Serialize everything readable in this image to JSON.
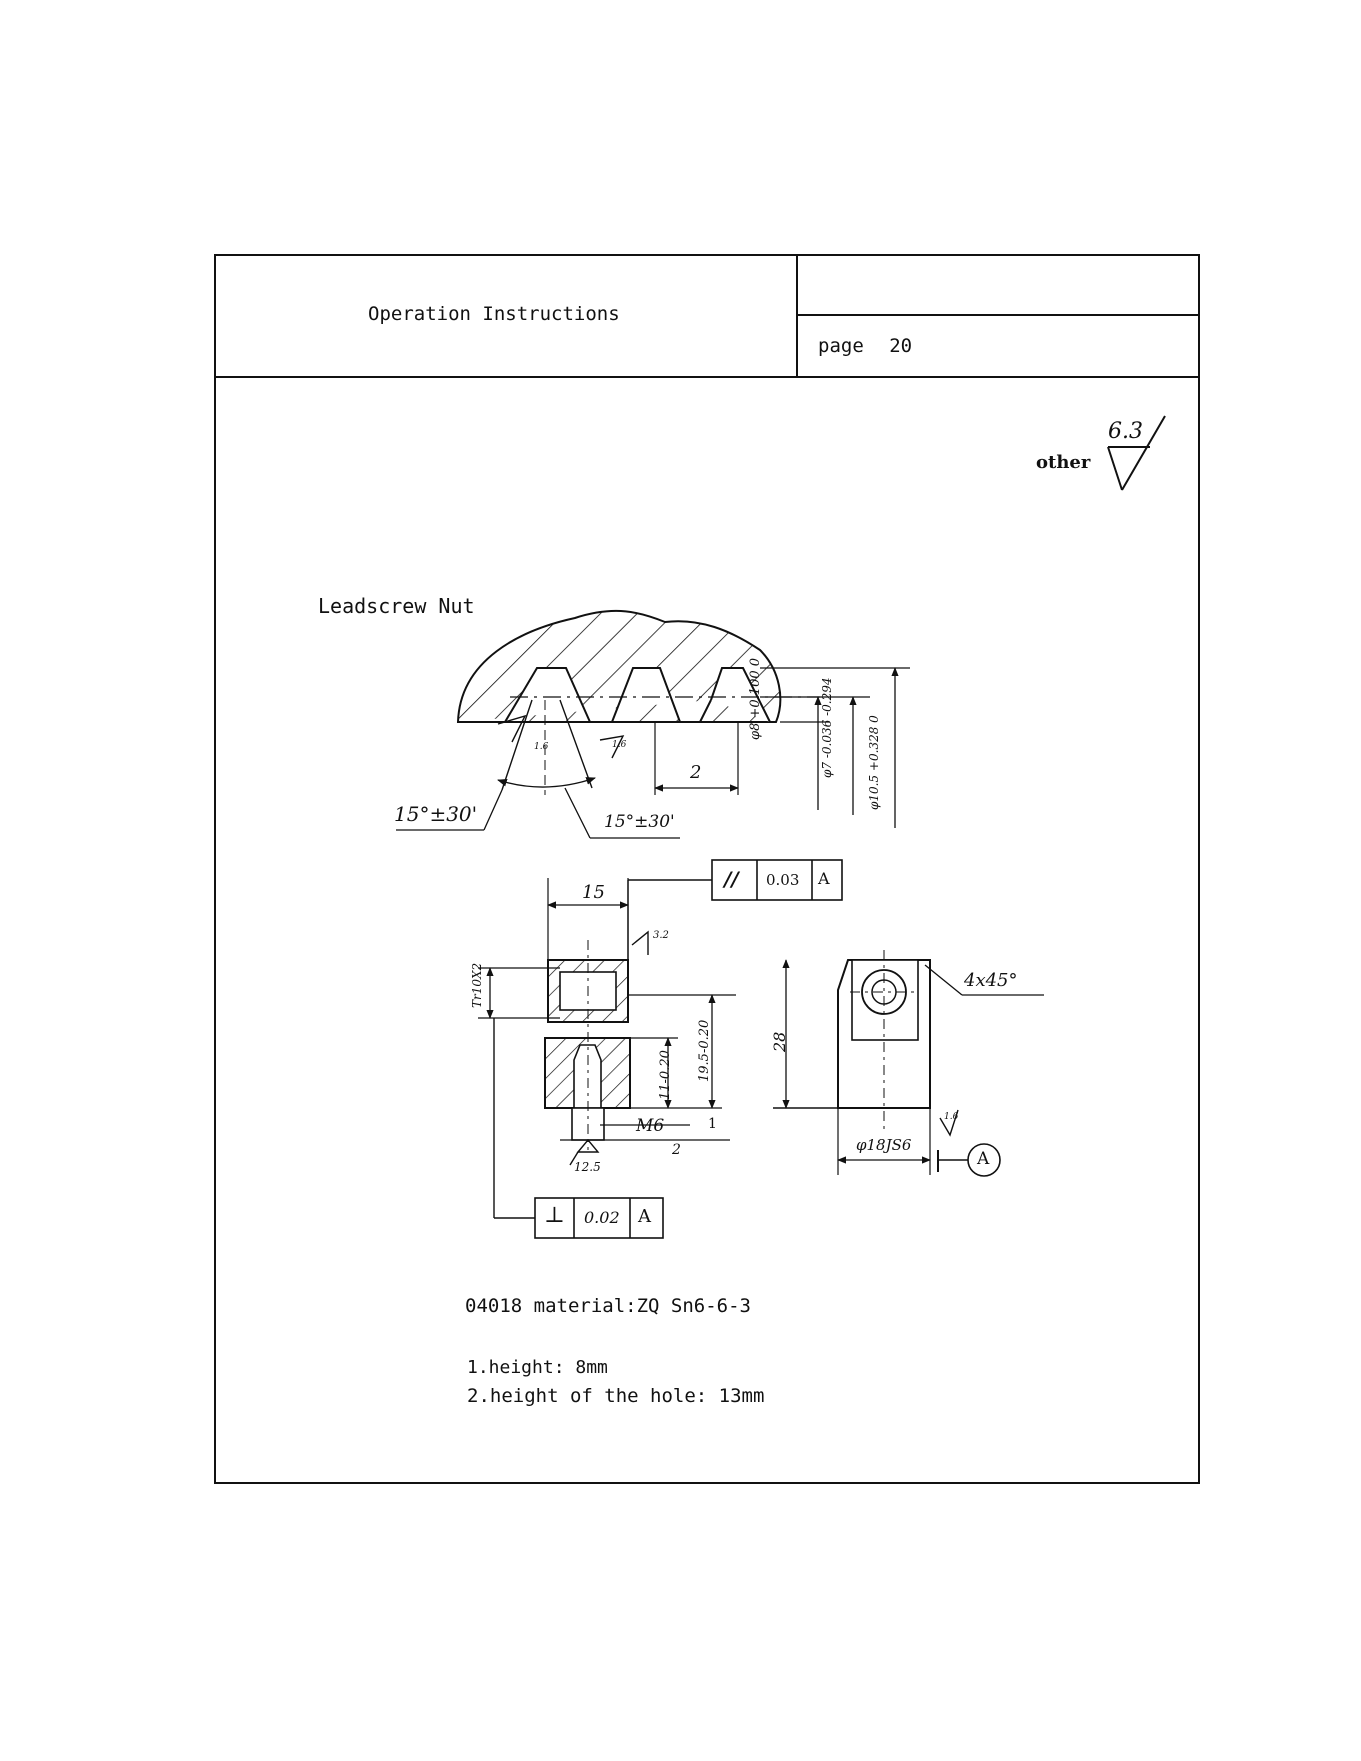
{
  "header": {
    "title": "Operation Instructions",
    "page_label": "page",
    "page_number": "20"
  },
  "roughness_note": {
    "label": "other",
    "value": "6.3"
  },
  "part_title": "Leadscrew Nut",
  "dims": {
    "angle_left": "15°±30'",
    "angle_right": "15°±30'",
    "pitch": "2",
    "d8": "φ8 +0.100 0",
    "d7": "φ7 -0.036 -0.294",
    "d105": "φ10.5 +0.328 0",
    "width15": "15",
    "thread": "Tr10X2",
    "h11": "11-0.20",
    "h195": "19.5-0.20",
    "m6": "M6",
    "m6_1": "1",
    "m6_2": "2",
    "h28": "28",
    "chamfer": "4x45°",
    "dia18": "φ18JS6",
    "datum": "A",
    "rough_32": "3.2",
    "rough_125": "12.5",
    "rough_16a": "1.6",
    "rough_16b": "1.6",
    "rough_16c": "1.6",
    "parallel_tol": {
      "sym": "//",
      "val": "0.03",
      "ref": "A"
    },
    "perp_tol": {
      "sym": "⊥",
      "val": "0.02",
      "ref": "A"
    }
  },
  "notes": {
    "material": "04018 material:ZQ Sn6-6-3",
    "note1": "1.height: 8mm",
    "note2": "2.height of the hole: 13mm"
  }
}
